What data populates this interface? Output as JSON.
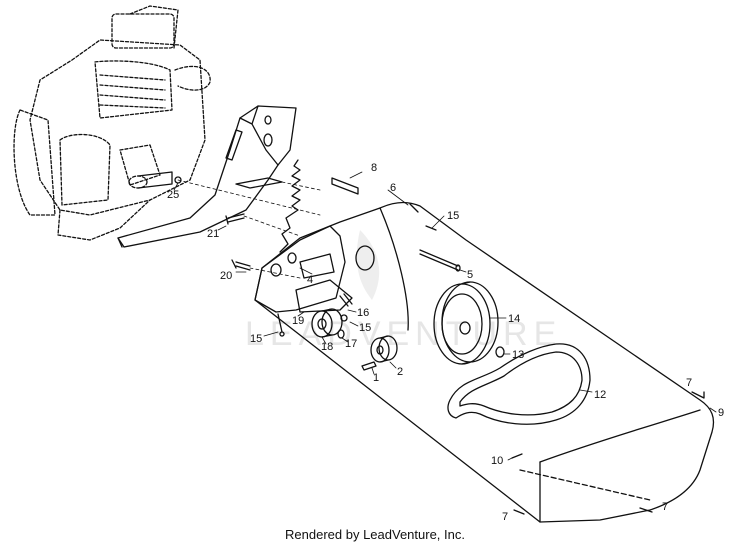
{
  "footer": {
    "text": "Rendered by LeadVenture, Inc."
  },
  "watermark": {
    "text": "LEADVENTURE"
  },
  "callouts": {
    "c1": "1",
    "c2": "2",
    "c4": "4",
    "c5": "5",
    "c6": "6",
    "c7a": "7",
    "c7b": "7",
    "c7c": "7",
    "c8": "8",
    "c9": "9",
    "c10": "10",
    "c12": "12",
    "c13": "13",
    "c14": "14",
    "c15a": "15",
    "c15b": "15",
    "c15c": "15",
    "c16": "16",
    "c17": "17",
    "c18": "18",
    "c19": "19",
    "c20": "20",
    "c21": "21",
    "c25": "25"
  },
  "colors": {
    "ink": "#111111",
    "watermark": "#e6e6e6"
  }
}
